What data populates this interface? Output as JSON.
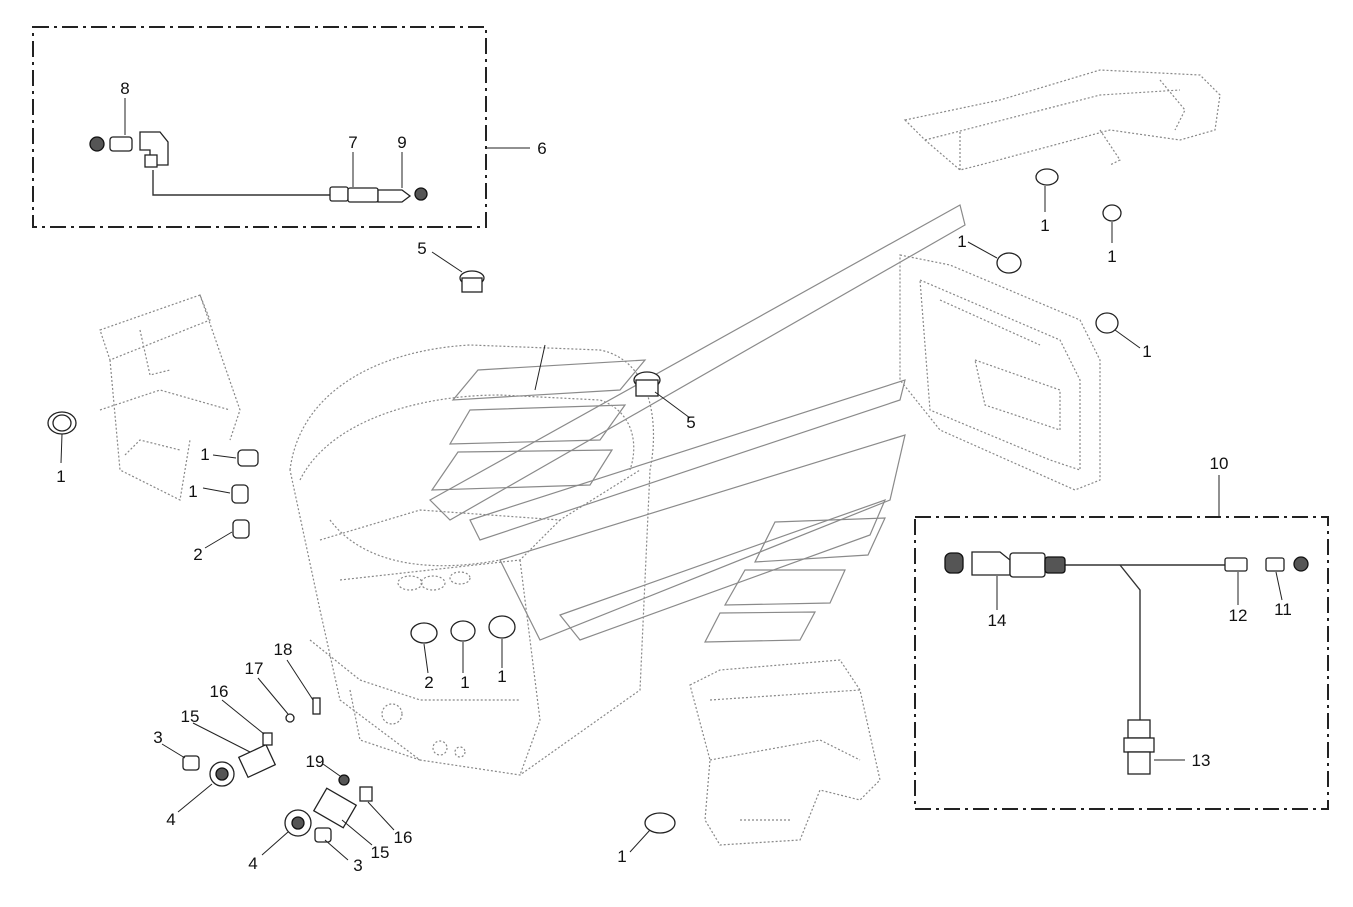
{
  "diagram": {
    "background": "#ffffff",
    "line_color": "#222222",
    "ghost_color": "#888888",
    "callouts": {
      "c8": "8",
      "c7": "7",
      "c9": "9",
      "c6": "6",
      "c5a": "5",
      "c5b": "5",
      "c1_r1": "1",
      "c1_r2": "1",
      "c1_r3": "1",
      "c1_r4": "1",
      "c1_l1": "1",
      "c1_l2": "1",
      "c1_l3": "1",
      "c2_l": "2",
      "c2_m": "2",
      "c1_m1": "1",
      "c1_m2": "1",
      "c18": "18",
      "c17": "17",
      "c16a": "16",
      "c15a": "15",
      "c3a": "3",
      "c4a": "4",
      "c19": "19",
      "c16b": "16",
      "c15b": "15",
      "c4b": "4",
      "c3b": "3",
      "c1_b": "1",
      "c10": "10",
      "c14": "14",
      "c12": "12",
      "c11": "11",
      "c13": "13"
    }
  }
}
